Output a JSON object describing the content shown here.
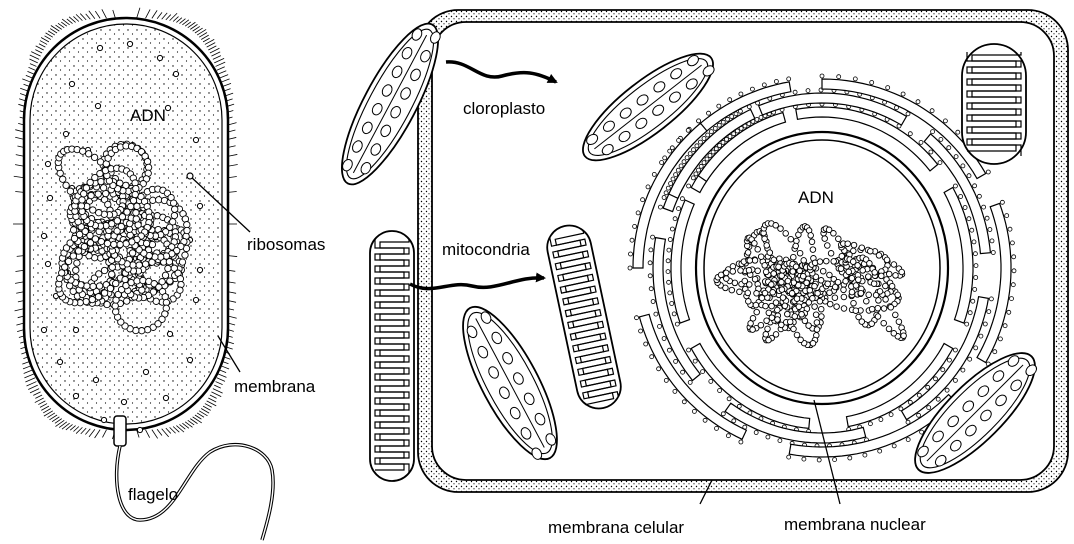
{
  "prokaryote": {
    "dna_label": "ADN",
    "ribosomes_label": "ribosomas",
    "membrane_label": "membrana",
    "flagellum_label": "flagelo"
  },
  "eukaryote": {
    "chloroplast_label": "cloroplasto",
    "mitochondria_label": "mitocondria",
    "dna_label": "ADN",
    "cell_membrane_label": "membrana celular",
    "nuclear_membrane_label": "membrana nuclear"
  },
  "colors": {
    "ink": "#000000",
    "background": "#ffffff"
  }
}
